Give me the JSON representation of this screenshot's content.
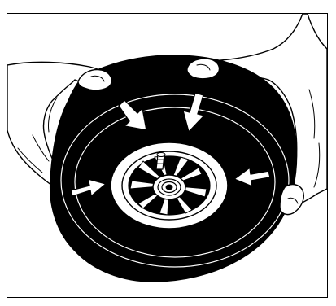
{
  "figure": {
    "subject": "hands-pressing-tire-onto-wheel-hub",
    "arrows": [
      {
        "name": "arrow-top-left",
        "direction": "down-right"
      },
      {
        "name": "arrow-top-right",
        "direction": "down-left"
      },
      {
        "name": "arrow-left",
        "direction": "right"
      },
      {
        "name": "arrow-right",
        "direction": "left"
      }
    ],
    "colors": {
      "ink": "#000000",
      "paper": "#ffffff"
    }
  }
}
